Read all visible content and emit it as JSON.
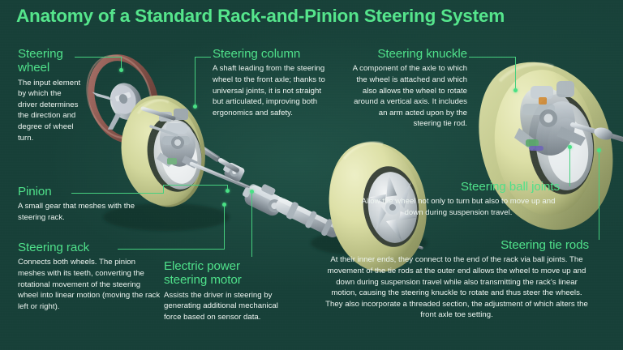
{
  "title": "Anatomy of a Standard Rack-and-Pinion Steering System",
  "theme": {
    "background": "#174038",
    "heading_green": "#4fe08a",
    "title_green": "#55e58c",
    "body_text": "#eef5f1",
    "leader_line": "#46d07f",
    "dot": "#49e085",
    "tire": "#d8dca2",
    "metal": "#b9c2c9",
    "wheel_rim": "#8a5a4e"
  },
  "callouts": [
    {
      "id": "steering-wheel",
      "heading": "Steering\nwheel",
      "heading_line1": "Steering",
      "heading_line2": "wheel",
      "body": "The input element by which the driver determines the direction and degree of wheel turn."
    },
    {
      "id": "steering-column",
      "heading": "Steering column",
      "body": "A shaft leading from the steering wheel to the front axle; thanks to universal joints, it is not straight but articulated, improving both ergonomics and safety."
    },
    {
      "id": "steering-knuckle",
      "heading": "Steering knuckle",
      "body": "A component of the axle to which the wheel is attached and which also allows the wheel to rotate around a vertical axis. It includes an arm acted upon by the steering tie rod."
    },
    {
      "id": "pinion",
      "heading": "Pinion",
      "body": "A small gear that meshes with the steering rack."
    },
    {
      "id": "steering-rack",
      "heading": "Steering rack",
      "body": "Connects both wheels. The pinion meshes with its teeth, converting the rotational movement of the steering wheel into linear motion (moving the rack left or right)."
    },
    {
      "id": "electric-power-steering-motor",
      "heading": "Electric power steering motor",
      "heading_line1": "Electric power",
      "heading_line2": "steering motor",
      "body": "Assists the driver in steering by generating additional mechanical force based on sensor data."
    },
    {
      "id": "steering-ball-joints",
      "heading": "Steering ball joints",
      "body": "Allow the wheel not only to turn but also to move up and down during suspension travel."
    },
    {
      "id": "steering-tie-rods",
      "heading": "Steering tie rods",
      "body": "At their inner ends, they connect to the end of the rack via ball joints. The movement of the tie rods at the outer end allows the wheel to move up and down during suspension travel while also transmitting the rack's linear motion, causing the steering knuckle to rotate and thus steer the wheels. They also incorporate a threaded section, the adjustment of which alters the front axle toe setting."
    }
  ],
  "illustration": {
    "label": "3d-rack-and-pinion-steering-assembly",
    "parts": [
      "steering-wheel",
      "steering-column-shaft",
      "left-front-wheel",
      "right-front-wheel",
      "steering-rack-housing",
      "pinion-gear",
      "electric-power-steering-motor",
      "tie-rod-left",
      "tie-rod-right",
      "steering-knuckle-left",
      "steering-knuckle-right"
    ]
  }
}
